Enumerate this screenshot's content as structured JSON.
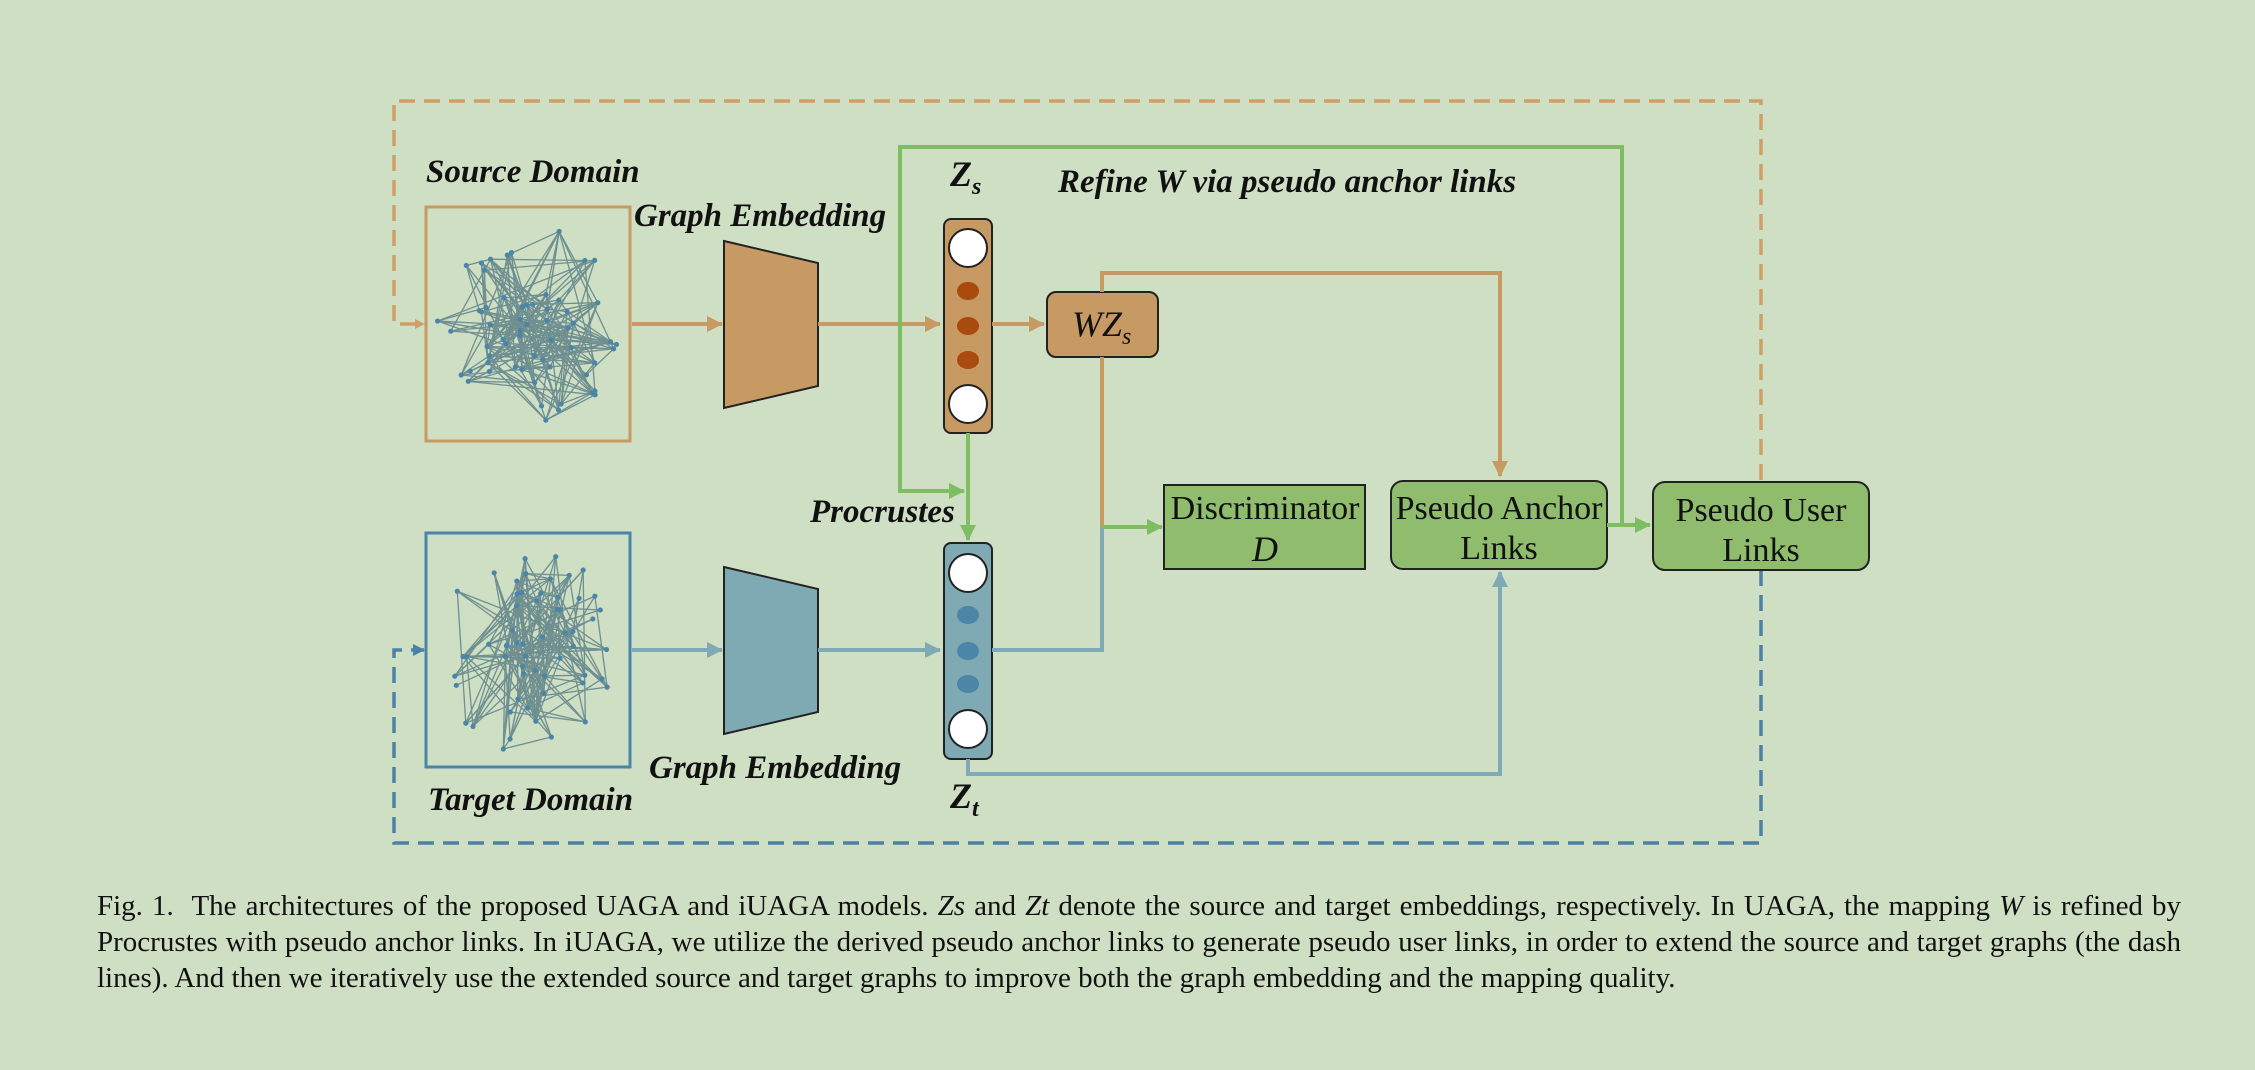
{
  "colors": {
    "background": "#cfdfc4",
    "source": "#c89a63",
    "source_node": "#a94a0e",
    "target": "#80aab3",
    "target_node": "#4b86a8",
    "green_box": "#8fbd6d",
    "green_line": "#7fbd62",
    "source_dash": "#cf9f66",
    "target_dash": "#4d82a6"
  },
  "labels": {
    "source_domain": "Source Domain",
    "target_domain": "Target Domain",
    "graph_embedding_top": "Graph Embedding",
    "graph_embedding_bottom": "Graph Embedding",
    "procrustes": "Procrustes",
    "refine": "Refine W via pseudo anchor links",
    "zs_main": "Z",
    "zs_sub": "s",
    "zt_main": "Z",
    "zt_sub": "t"
  },
  "boxes": {
    "wzs_main": "WZ",
    "wzs_sub": "s",
    "discriminator_line1": "Discriminator",
    "discriminator_line2": "D",
    "pseudo_anchor_line1": "Pseudo Anchor",
    "pseudo_anchor_line2": "Links",
    "pseudo_user_line1": "Pseudo User",
    "pseudo_user_line2": "Links"
  },
  "caption": {
    "fig": "Fig. 1.",
    "part1": "The architectures of the proposed UAGA and iUAGA models.",
    "zs": "Zs",
    "and": "and",
    "zt": "Zt",
    "part2": "denote the source and target embeddings, respectively. In UAGA, the mapping",
    "w": "W",
    "part3": "is refined by Procrustes with pseudo anchor links. In iUAGA, we utilize the derived pseudo anchor links to generate pseudo user links, in order to extend the source and target graphs (the dash lines). And then we iteratively use the extended source and target graphs to improve both the graph embedding and the mapping quality."
  }
}
